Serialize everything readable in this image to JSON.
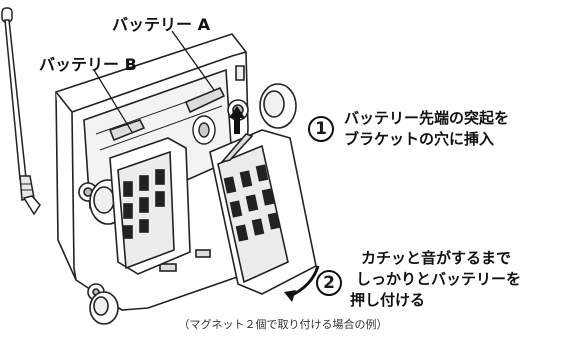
{
  "labels": {
    "battery_a": "バッテリー A",
    "battery_b": "バッテリー B"
  },
  "steps": [
    {
      "number": "1",
      "lines": [
        "バッテリー先端の突起を",
        "ブラケットの穴に挿入"
      ]
    },
    {
      "number": "2",
      "lines": [
        "カチッと音がするまで",
        "しっかりとバッテリーを",
        "押し付ける"
      ]
    }
  ],
  "caption": "（マグネット２個で取り付ける場合の例）"
}
